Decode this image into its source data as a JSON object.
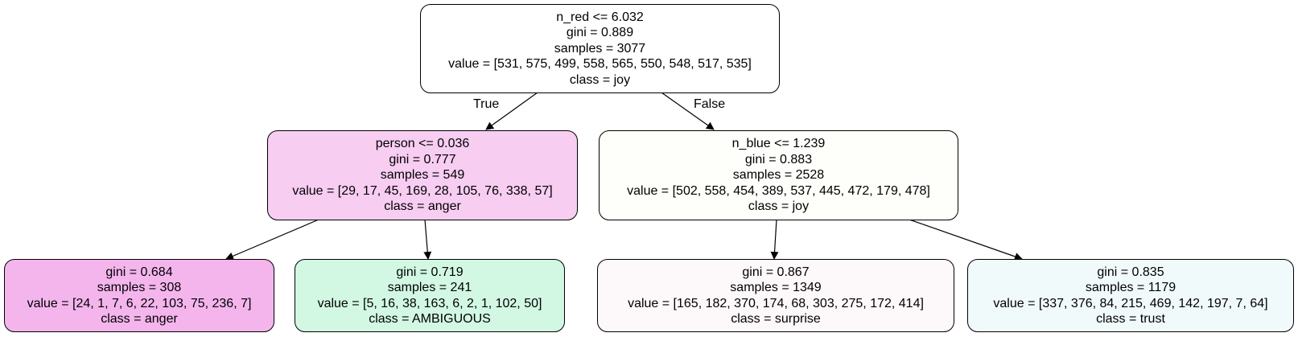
{
  "tree": {
    "root": {
      "split": "n_red <= 6.032",
      "gini": "gini = 0.889",
      "samples": "samples = 3077",
      "value": "value = [531, 575, 499, 558, 565, 550, 548, 517, 535]",
      "class": "class = joy",
      "fill": "#ffffff"
    },
    "left": {
      "split": "person <= 0.036",
      "gini": "gini = 0.777",
      "samples": "samples = 549",
      "value": "value = [29, 17, 45, 169, 28, 105, 76, 338, 57]",
      "class": "class = anger",
      "fill": "#f7cdf2"
    },
    "right": {
      "split": "n_blue <= 1.239",
      "gini": "gini = 0.883",
      "samples": "samples = 2528",
      "value": "value = [502, 558, 454, 389, 537, 445, 472, 179, 478]",
      "class": "class = joy",
      "fill": "#fefefb"
    },
    "left_left": {
      "gini": "gini = 0.684",
      "samples": "samples = 308",
      "value": "value = [24, 1, 7, 6, 22, 103, 75, 236, 7]",
      "class": "class = anger",
      "fill": "#f4b5ed"
    },
    "left_right": {
      "gini": "gini = 0.719",
      "samples": "samples = 241",
      "value": "value = [5, 16, 38, 163, 6, 2, 1, 102, 50]",
      "class": "class = AMBIGUOUS",
      "fill": "#d2f8e4"
    },
    "right_left": {
      "gini": "gini = 0.867",
      "samples": "samples = 1349",
      "value": "value = [165, 182, 370, 174, 68, 303, 275, 172, 414]",
      "class": "class = surprise",
      "fill": "#fdf8fa"
    },
    "right_right": {
      "gini": "gini = 0.835",
      "samples": "samples = 1179",
      "value": "value = [337, 376, 84, 215, 469, 142, 197, 7, 64]",
      "class": "class = trust",
      "fill": "#f1fafb"
    }
  },
  "edge_labels": {
    "true": "True",
    "false": "False"
  },
  "colors": {
    "border": "#000000",
    "edge": "#000000"
  }
}
